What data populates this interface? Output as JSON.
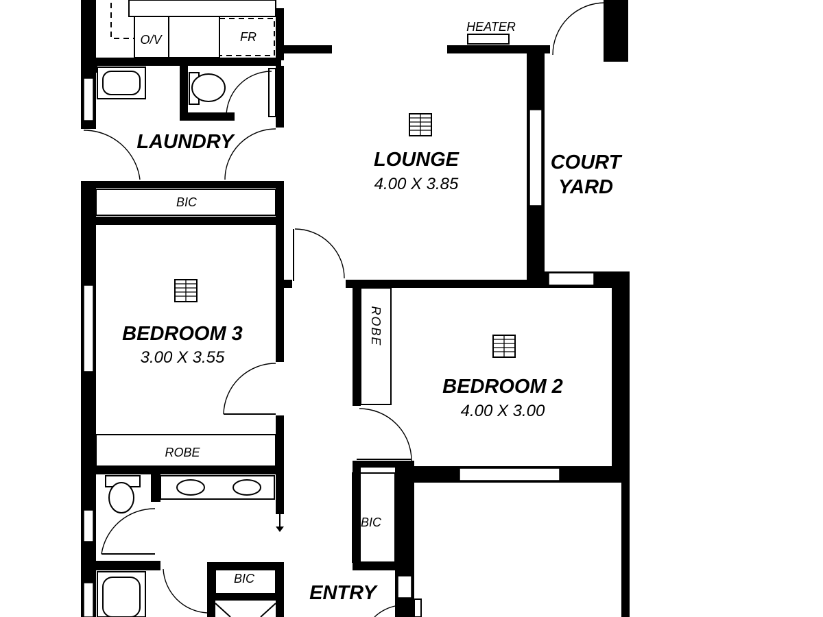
{
  "rooms": {
    "laundry": {
      "label": "LAUNDRY"
    },
    "lounge": {
      "label": "LOUNGE",
      "size": "4.00 X 3.85"
    },
    "courtyard": {
      "line1": "COURT",
      "line2": "YARD"
    },
    "bedroom3": {
      "label": "BEDROOM 3",
      "size": "3.00 X 3.55"
    },
    "bedroom2": {
      "label": "BEDROOM 2",
      "size": "4.00 X 3.00"
    },
    "entry": {
      "label": "ENTRY"
    }
  },
  "fixtures": {
    "oven": "O/V",
    "fridge": "FR",
    "heater": "HEATER",
    "bic_bedroom3": "BIC",
    "robe_bedroom3": "ROBE",
    "robe_bedroom2": "ROBE",
    "bic_hall": "BIC",
    "bic_entry": "BIC"
  }
}
